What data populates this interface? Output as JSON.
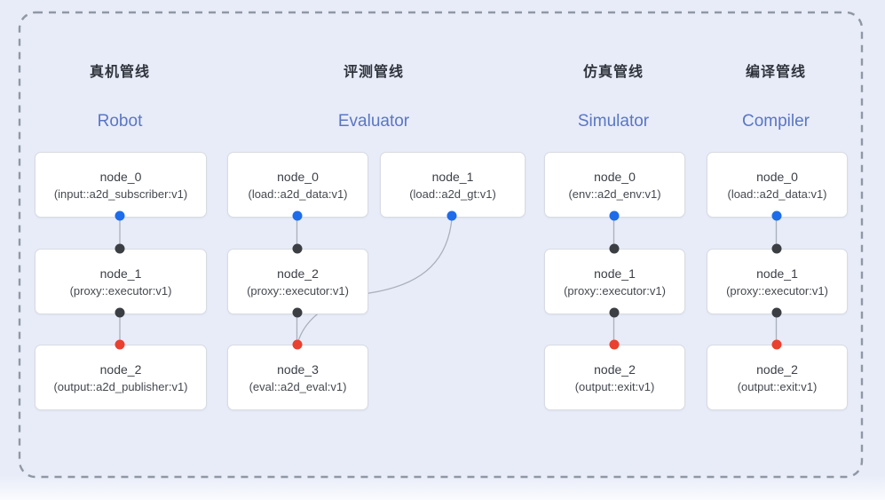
{
  "diagram_title": "pipeline-overview",
  "colors": {
    "canvas_bg": "#e8ecf8",
    "dashed_border": "#9098a5",
    "node_bg": "#ffffff",
    "node_border": "#d8dbe1",
    "node_text": "#3c4047",
    "en_title_accent": "#5a76c4",
    "cn_title_text": "#2f343c",
    "port_blue": "#1e6ce9",
    "port_dark": "#3b3e43",
    "port_red": "#e9402f",
    "wire": "#a9b0bd"
  },
  "pipelines": [
    {
      "cn_title": "真机管线",
      "en_title": "Robot",
      "nodes": [
        {
          "title": "node_0",
          "subtitle": "(input::a2d_subscriber:v1)"
        },
        {
          "title": "node_1",
          "subtitle": "(proxy::executor:v1)"
        },
        {
          "title": "node_2",
          "subtitle": "(output::a2d_publisher:v1)"
        }
      ]
    },
    {
      "cn_title": "评测管线",
      "en_title": "Evaluator",
      "nodes": [
        {
          "title": "node_0",
          "subtitle": "(load::a2d_data:v1)"
        },
        {
          "title": "node_1",
          "subtitle": "(load::a2d_gt:v1)"
        },
        {
          "title": "node_2",
          "subtitle": "(proxy::executor:v1)"
        },
        {
          "title": "node_3",
          "subtitle": "(eval::a2d_eval:v1)"
        }
      ]
    },
    {
      "cn_title": "仿真管线",
      "en_title": "Simulator",
      "nodes": [
        {
          "title": "node_0",
          "subtitle": "(env::a2d_env:v1)"
        },
        {
          "title": "node_1",
          "subtitle": "(proxy::executor:v1)"
        },
        {
          "title": "node_2",
          "subtitle": "(output::exit:v1)"
        }
      ]
    },
    {
      "cn_title": "编译管线",
      "en_title": "Compiler",
      "nodes": [
        {
          "title": "node_0",
          "subtitle": "(load::a2d_data:v1)"
        },
        {
          "title": "node_1",
          "subtitle": "(proxy::executor:v1)"
        },
        {
          "title": "node_2",
          "subtitle": "(output::exit:v1)"
        }
      ]
    }
  ]
}
